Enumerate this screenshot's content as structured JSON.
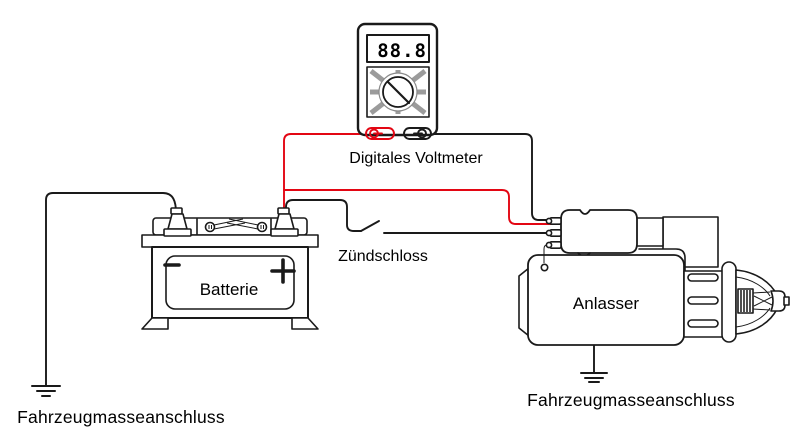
{
  "labels": {
    "voltmeter": "Digitales Voltmeter",
    "ignition_switch": "Zündschloss",
    "battery": "Batterie",
    "starter": "Anlasser",
    "ground_left": "Fahrzeugmasseanschluss",
    "ground_right": "Fahrzeugmasseanschluss"
  },
  "battery": {
    "minus": "−",
    "plus": "+"
  },
  "voltmeter": {
    "display": "88.8"
  },
  "colors": {
    "wire_positive": "#e30613",
    "wire_black": "#1a1a1a",
    "outline": "#1a1a1a",
    "dial_spokes": "#9b9b9b",
    "display_digits": "#3c3c3c"
  }
}
